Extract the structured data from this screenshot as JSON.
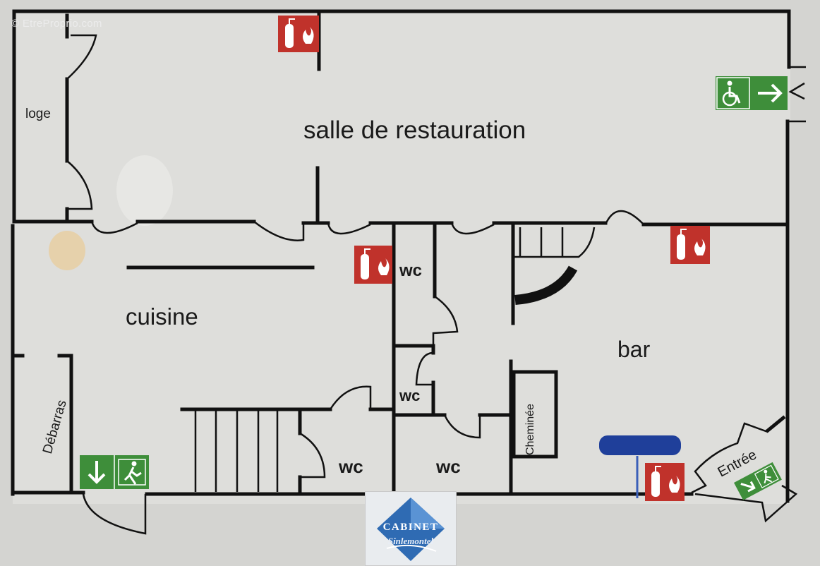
{
  "watermark": "© EtreProprio.com",
  "rooms": {
    "salle": "salle de  restauration",
    "cuisine": "cuisine",
    "bar": "bar",
    "loge": "loge",
    "debarras": "Débarras",
    "wc_top": "wc",
    "wc_small": "wc",
    "wc_bottom_left": "wc",
    "wc_bottom_right": "wc",
    "cheminee": "Cheminée",
    "entree": "Entrée"
  },
  "logo": {
    "line1": "CABINET",
    "line2": "Sinlemontel"
  },
  "colors": {
    "wall": "#111111",
    "extinguisher_sign": "#c0322b",
    "exit_sign": "#3e8e3a",
    "blue_bar": "#1f3f9a",
    "logo_blue": "#2f6bb3"
  },
  "icons": {
    "extinguisher": "fire-extinguisher-icon",
    "exit": "emergency-exit-icon",
    "accessible_exit": "accessible-exit-icon"
  }
}
